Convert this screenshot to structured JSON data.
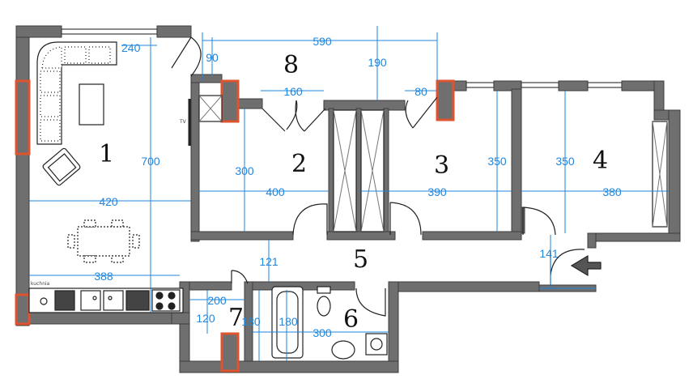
{
  "colors": {
    "wall": "#6f6f6f",
    "wall_edge": "#3c3c3c",
    "chimney": "#e0532f",
    "dimension": "#1f86dd",
    "furniture": "#222222"
  },
  "rooms": [
    {
      "id": "room-1",
      "label": "1"
    },
    {
      "id": "room-2",
      "label": "2"
    },
    {
      "id": "room-3",
      "label": "3"
    },
    {
      "id": "room-4",
      "label": "4"
    },
    {
      "id": "room-5",
      "label": "5"
    },
    {
      "id": "room-6",
      "label": "6"
    },
    {
      "id": "room-7",
      "label": "7"
    },
    {
      "id": "room-8",
      "label": "8"
    }
  ],
  "dimensions": [
    {
      "id": "dim-240",
      "text": "240"
    },
    {
      "id": "dim-590",
      "text": "590"
    },
    {
      "id": "dim-90",
      "text": "90"
    },
    {
      "id": "dim-190",
      "text": "190"
    },
    {
      "id": "dim-160",
      "text": "160"
    },
    {
      "id": "dim-80",
      "text": "80"
    },
    {
      "id": "dim-700",
      "text": "700"
    },
    {
      "id": "dim-300-room2",
      "text": "300"
    },
    {
      "id": "dim-350-room3",
      "text": "350"
    },
    {
      "id": "dim-350-room4",
      "text": "350"
    },
    {
      "id": "dim-420",
      "text": "420"
    },
    {
      "id": "dim-400",
      "text": "400"
    },
    {
      "id": "dim-390",
      "text": "390"
    },
    {
      "id": "dim-380",
      "text": "380"
    },
    {
      "id": "dim-121",
      "text": "121"
    },
    {
      "id": "dim-141",
      "text": "141"
    },
    {
      "id": "dim-388",
      "text": "388"
    },
    {
      "id": "dim-200",
      "text": "200"
    },
    {
      "id": "dim-120",
      "text": "120"
    },
    {
      "id": "dim-180-left",
      "text": "180"
    },
    {
      "id": "dim-180-right",
      "text": "180"
    },
    {
      "id": "dim-300-bath",
      "text": "300"
    }
  ],
  "labels": {
    "tv": "TV",
    "kitchen": "kuchnia"
  }
}
